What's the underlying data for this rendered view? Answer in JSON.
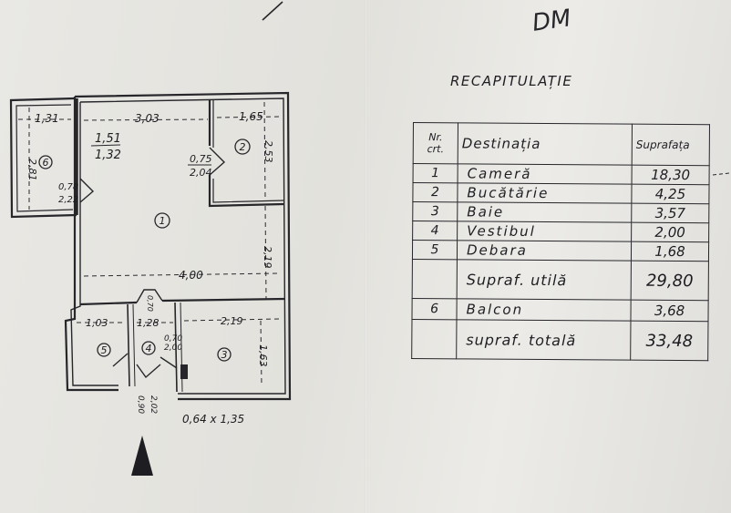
{
  "header": {
    "initials": "DM",
    "title": "RECAPITULAȚIE"
  },
  "plan": {
    "rooms": {
      "r1": "1",
      "r2": "2",
      "r3": "3",
      "r4": "4",
      "r5": "5",
      "r6": "6"
    },
    "dims": {
      "balcony_w": "1,31",
      "balcony_h": "2,81",
      "room1_w": "3,03",
      "bath_w_top": "1,65",
      "door_a_top": "1,51",
      "door_a_bot": "1,32",
      "door_k_top": "0,75",
      "door_k_bot": "2,04",
      "kitchen_h": "2,53",
      "balc_door_top": "0,78",
      "balc_door_bot": "2,22",
      "room1_len": "4,00",
      "room1_h": "2,19",
      "closet_w": "1,03",
      "hall_w": "1,28",
      "bath_w": "2,19",
      "bath_h": "1,63",
      "hall_door_top": "0,70",
      "hall_door_bot": "2,00",
      "small_door": "0,70",
      "entry_door": "0,90",
      "entry_door2": "2,02",
      "window": "0,64 x 1,35"
    }
  },
  "table": {
    "headers": {
      "nr_line1": "Nr.",
      "nr_line2": "crt.",
      "destination": "Destinația",
      "surface": "Suprafața"
    },
    "rows": [
      {
        "nr": "1",
        "name": "Cameră",
        "area": "18,30"
      },
      {
        "nr": "2",
        "name": "Bucătărie",
        "area": "4,25"
      },
      {
        "nr": "3",
        "name": "Baie",
        "area": "3,57"
      },
      {
        "nr": "4",
        "name": "Vestibul",
        "area": "2,00"
      },
      {
        "nr": "5",
        "name": "Debara",
        "area": "1,68"
      }
    ],
    "useful_label": "Supraf. utilă",
    "useful_value": "29,80",
    "balcony": {
      "nr": "6",
      "name": "Balcon",
      "area": "3,68"
    },
    "total_label": "supraf. totală",
    "total_value": "33,48"
  }
}
